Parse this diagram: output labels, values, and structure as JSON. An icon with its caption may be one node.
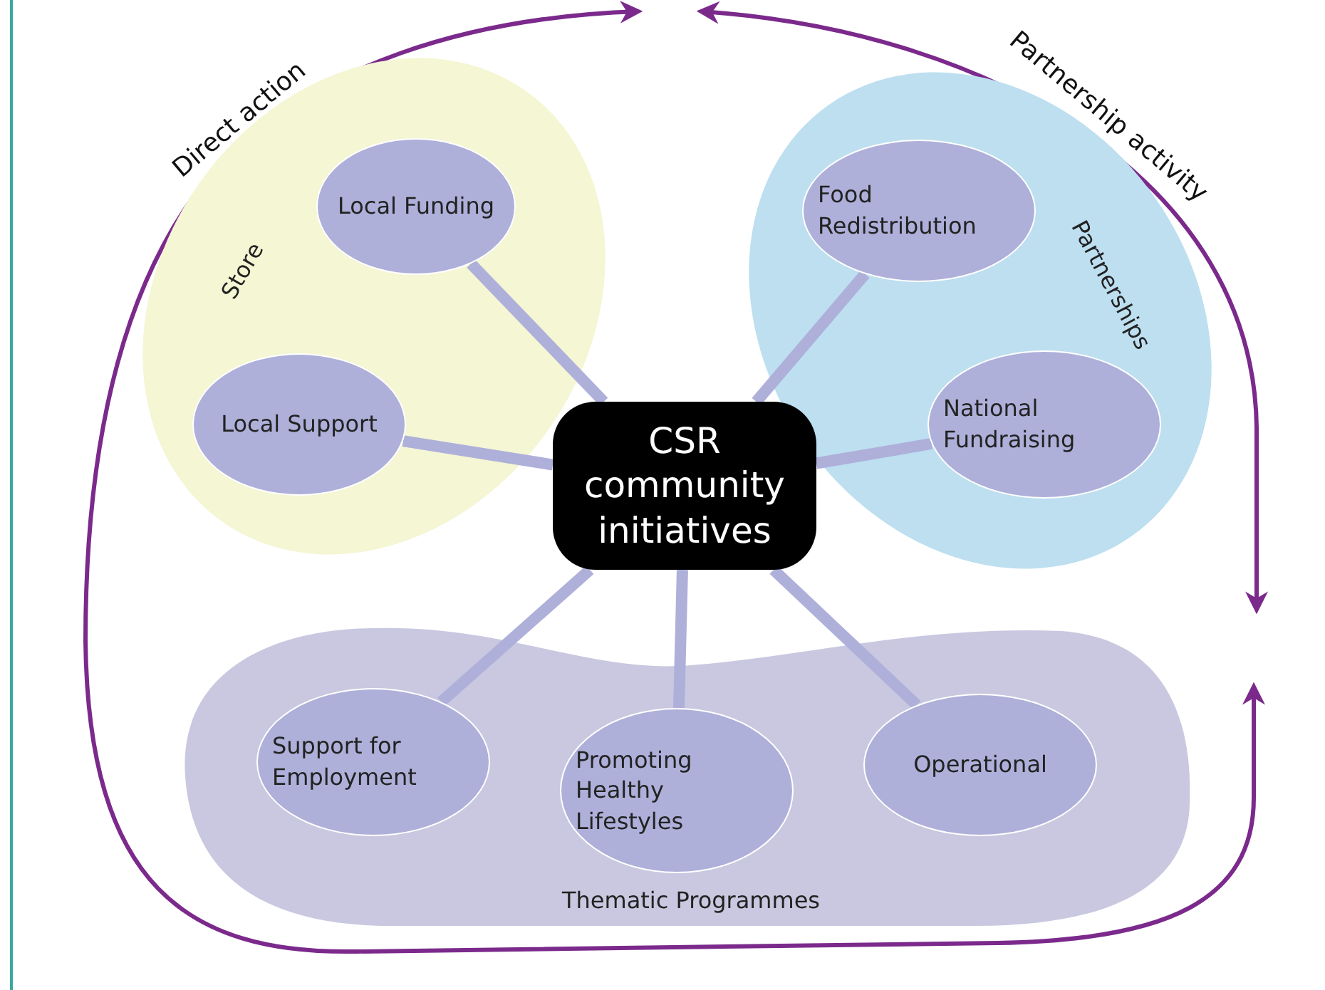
{
  "diagram": {
    "nodes": [
      {
        "text": [
          "Store"
        ]
      },
      {
        "text": [
          "Local Funding"
        ],
        "in": 0
      },
      {
        "text": [
          "Local Support"
        ],
        "in": 0
      },
      {
        "text": [
          "Partnerships"
        ]
      },
      {
        "text": [
          "Food Redistribution"
        ],
        "in": 3
      },
      {
        "text": [
          "National Fundraising"
        ],
        "in": 3
      },
      {
        "text": [
          "CSR community initiatives"
        ]
      },
      {
        "text": [
          "Thematic Programmes"
        ]
      },
      {
        "text": [
          "Support for Employment"
        ],
        "in": 7
      },
      {
        "text": [
          "Promoting Healthy Lifestyles"
        ],
        "in": 7
      },
      {
        "text": [
          "Operational"
        ],
        "in": 7
      }
    ],
    "edges": [
      {
        "from": 6,
        "to": 1,
        "arrow": "none"
      },
      {
        "from": 6,
        "to": 2,
        "arrow": "none"
      },
      {
        "from": 6,
        "to": 4,
        "arrow": "none"
      },
      {
        "from": 6,
        "to": 5,
        "arrow": "none"
      },
      {
        "from": 6,
        "to": 8,
        "arrow": "none"
      },
      {
        "from": 6,
        "to": 9,
        "arrow": "none"
      },
      {
        "from": 6,
        "to": 10,
        "arrow": "none"
      }
    ],
    "labels": [
      "Direct action",
      "Partnership activity"
    ]
  }
}
